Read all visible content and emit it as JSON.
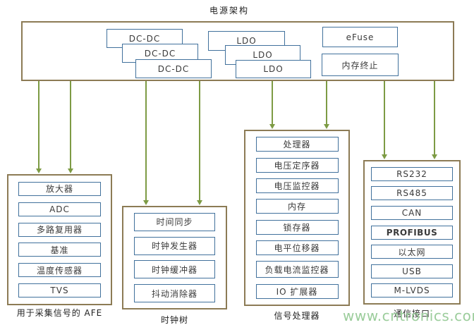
{
  "title": "电源架构",
  "watermark": "www.cntronics.com",
  "power_box": {
    "dcdc1": "DC-DC",
    "dcdc2": "DC-DC",
    "dcdc3": "DC-DC",
    "ldo1": "LDO",
    "ldo2": "LDO",
    "ldo3": "LDO",
    "efuse": "eFuse",
    "memory_termination": "内存终止"
  },
  "groups": [
    {
      "label": "用于采集信号的 AFE",
      "items": [
        "放大器",
        "ADC",
        "多路复用器",
        "基准",
        "温度传感器",
        "TVS"
      ]
    },
    {
      "label": "时钟树",
      "items": [
        "时间同步",
        "时钟发生器",
        "时钟缓冲器",
        "抖动消除器"
      ]
    },
    {
      "label": "信号处理器",
      "items": [
        "处理器",
        "电压定序器",
        "电压监控器",
        "内存",
        "锁存器",
        "电平位移器",
        "负载电流监控器",
        "IO 扩展器"
      ]
    },
    {
      "label": "通信接口",
      "items": [
        "RS232",
        "RS485",
        "CAN",
        "PROFIBUS",
        "以太网",
        "USB",
        "M-LVDS"
      ]
    }
  ],
  "colors": {
    "group_border": "#8c7b55",
    "component_border": "#41719c",
    "arrow": "#7d9b44",
    "watermark": "#9ccd9c"
  }
}
